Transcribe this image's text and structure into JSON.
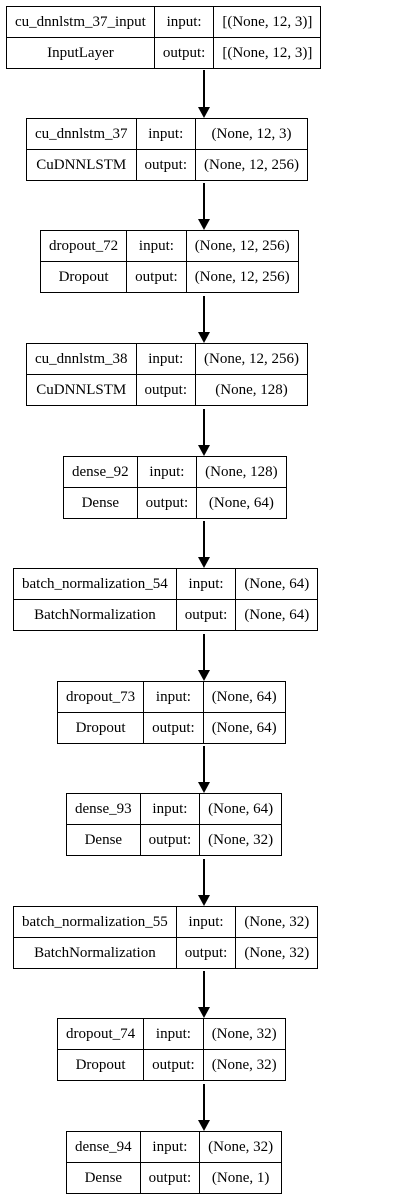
{
  "labels": {
    "input": "input:",
    "output": "output:"
  },
  "layers": [
    {
      "name": "cu_dnnlstm_37_input",
      "class": "InputLayer",
      "input": "[(None, 12, 3)]",
      "output": "[(None, 12, 3)]"
    },
    {
      "name": "cu_dnnlstm_37",
      "class": "CuDNNLSTM",
      "input": "(None, 12, 3)",
      "output": "(None, 12, 256)"
    },
    {
      "name": "dropout_72",
      "class": "Dropout",
      "input": "(None, 12, 256)",
      "output": "(None, 12, 256)"
    },
    {
      "name": "cu_dnnlstm_38",
      "class": "CuDNNLSTM",
      "input": "(None, 12, 256)",
      "output": "(None, 128)"
    },
    {
      "name": "dense_92",
      "class": "Dense",
      "input": "(None, 128)",
      "output": "(None, 64)"
    },
    {
      "name": "batch_normalization_54",
      "class": "BatchNormalization",
      "input": "(None, 64)",
      "output": "(None, 64)"
    },
    {
      "name": "dropout_73",
      "class": "Dropout",
      "input": "(None, 64)",
      "output": "(None, 64)"
    },
    {
      "name": "dense_93",
      "class": "Dense",
      "input": "(None, 64)",
      "output": "(None, 32)"
    },
    {
      "name": "batch_normalization_55",
      "class": "BatchNormalization",
      "input": "(None, 32)",
      "output": "(None, 32)"
    },
    {
      "name": "dropout_74",
      "class": "Dropout",
      "input": "(None, 32)",
      "output": "(None, 32)"
    },
    {
      "name": "dense_94",
      "class": "Dense",
      "input": "(None, 32)",
      "output": "(None, 1)"
    }
  ]
}
